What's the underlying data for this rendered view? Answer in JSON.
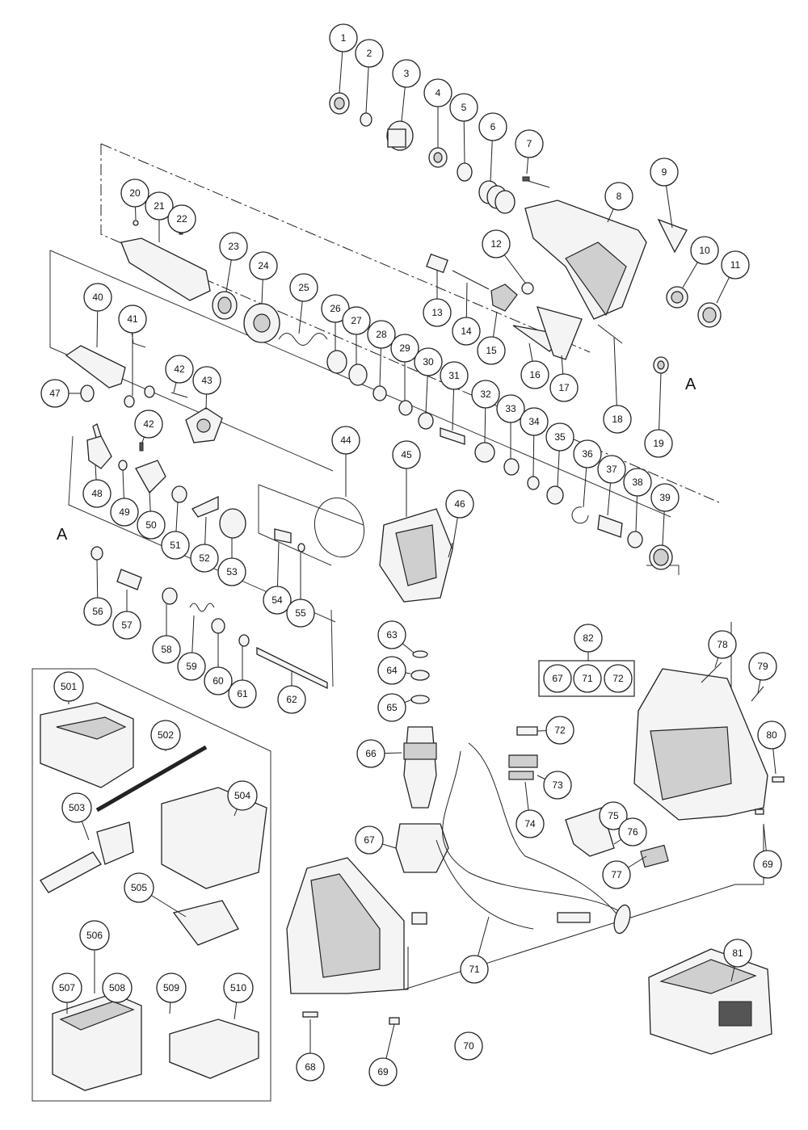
{
  "diagram": {
    "reference_marks": [
      "A",
      "A"
    ],
    "callouts": [
      "1",
      "2",
      "3",
      "4",
      "5",
      "6",
      "7",
      "8",
      "9",
      "10",
      "11",
      "12",
      "13",
      "14",
      "15",
      "16",
      "17",
      "18",
      "19",
      "20",
      "21",
      "22",
      "23",
      "24",
      "25",
      "26",
      "27",
      "28",
      "29",
      "30",
      "31",
      "32",
      "33",
      "34",
      "35",
      "36",
      "37",
      "38",
      "39",
      "40",
      "41",
      "42",
      "43",
      "44",
      "45",
      "46",
      "47",
      "42",
      "48",
      "49",
      "50",
      "51",
      "52",
      "53",
      "54",
      "55",
      "56",
      "57",
      "58",
      "59",
      "60",
      "61",
      "62",
      "63",
      "64",
      "65",
      "66",
      "67",
      "72",
      "73",
      "74",
      "75",
      "76",
      "77",
      "78",
      "79",
      "80",
      "69",
      "71",
      "81",
      "70",
      "68",
      "69",
      "501",
      "502",
      "503",
      "504",
      "505",
      "506",
      "507",
      "508",
      "509",
      "510"
    ],
    "kit": {
      "label": "82",
      "items": [
        "67",
        "71",
        "72"
      ]
    }
  }
}
